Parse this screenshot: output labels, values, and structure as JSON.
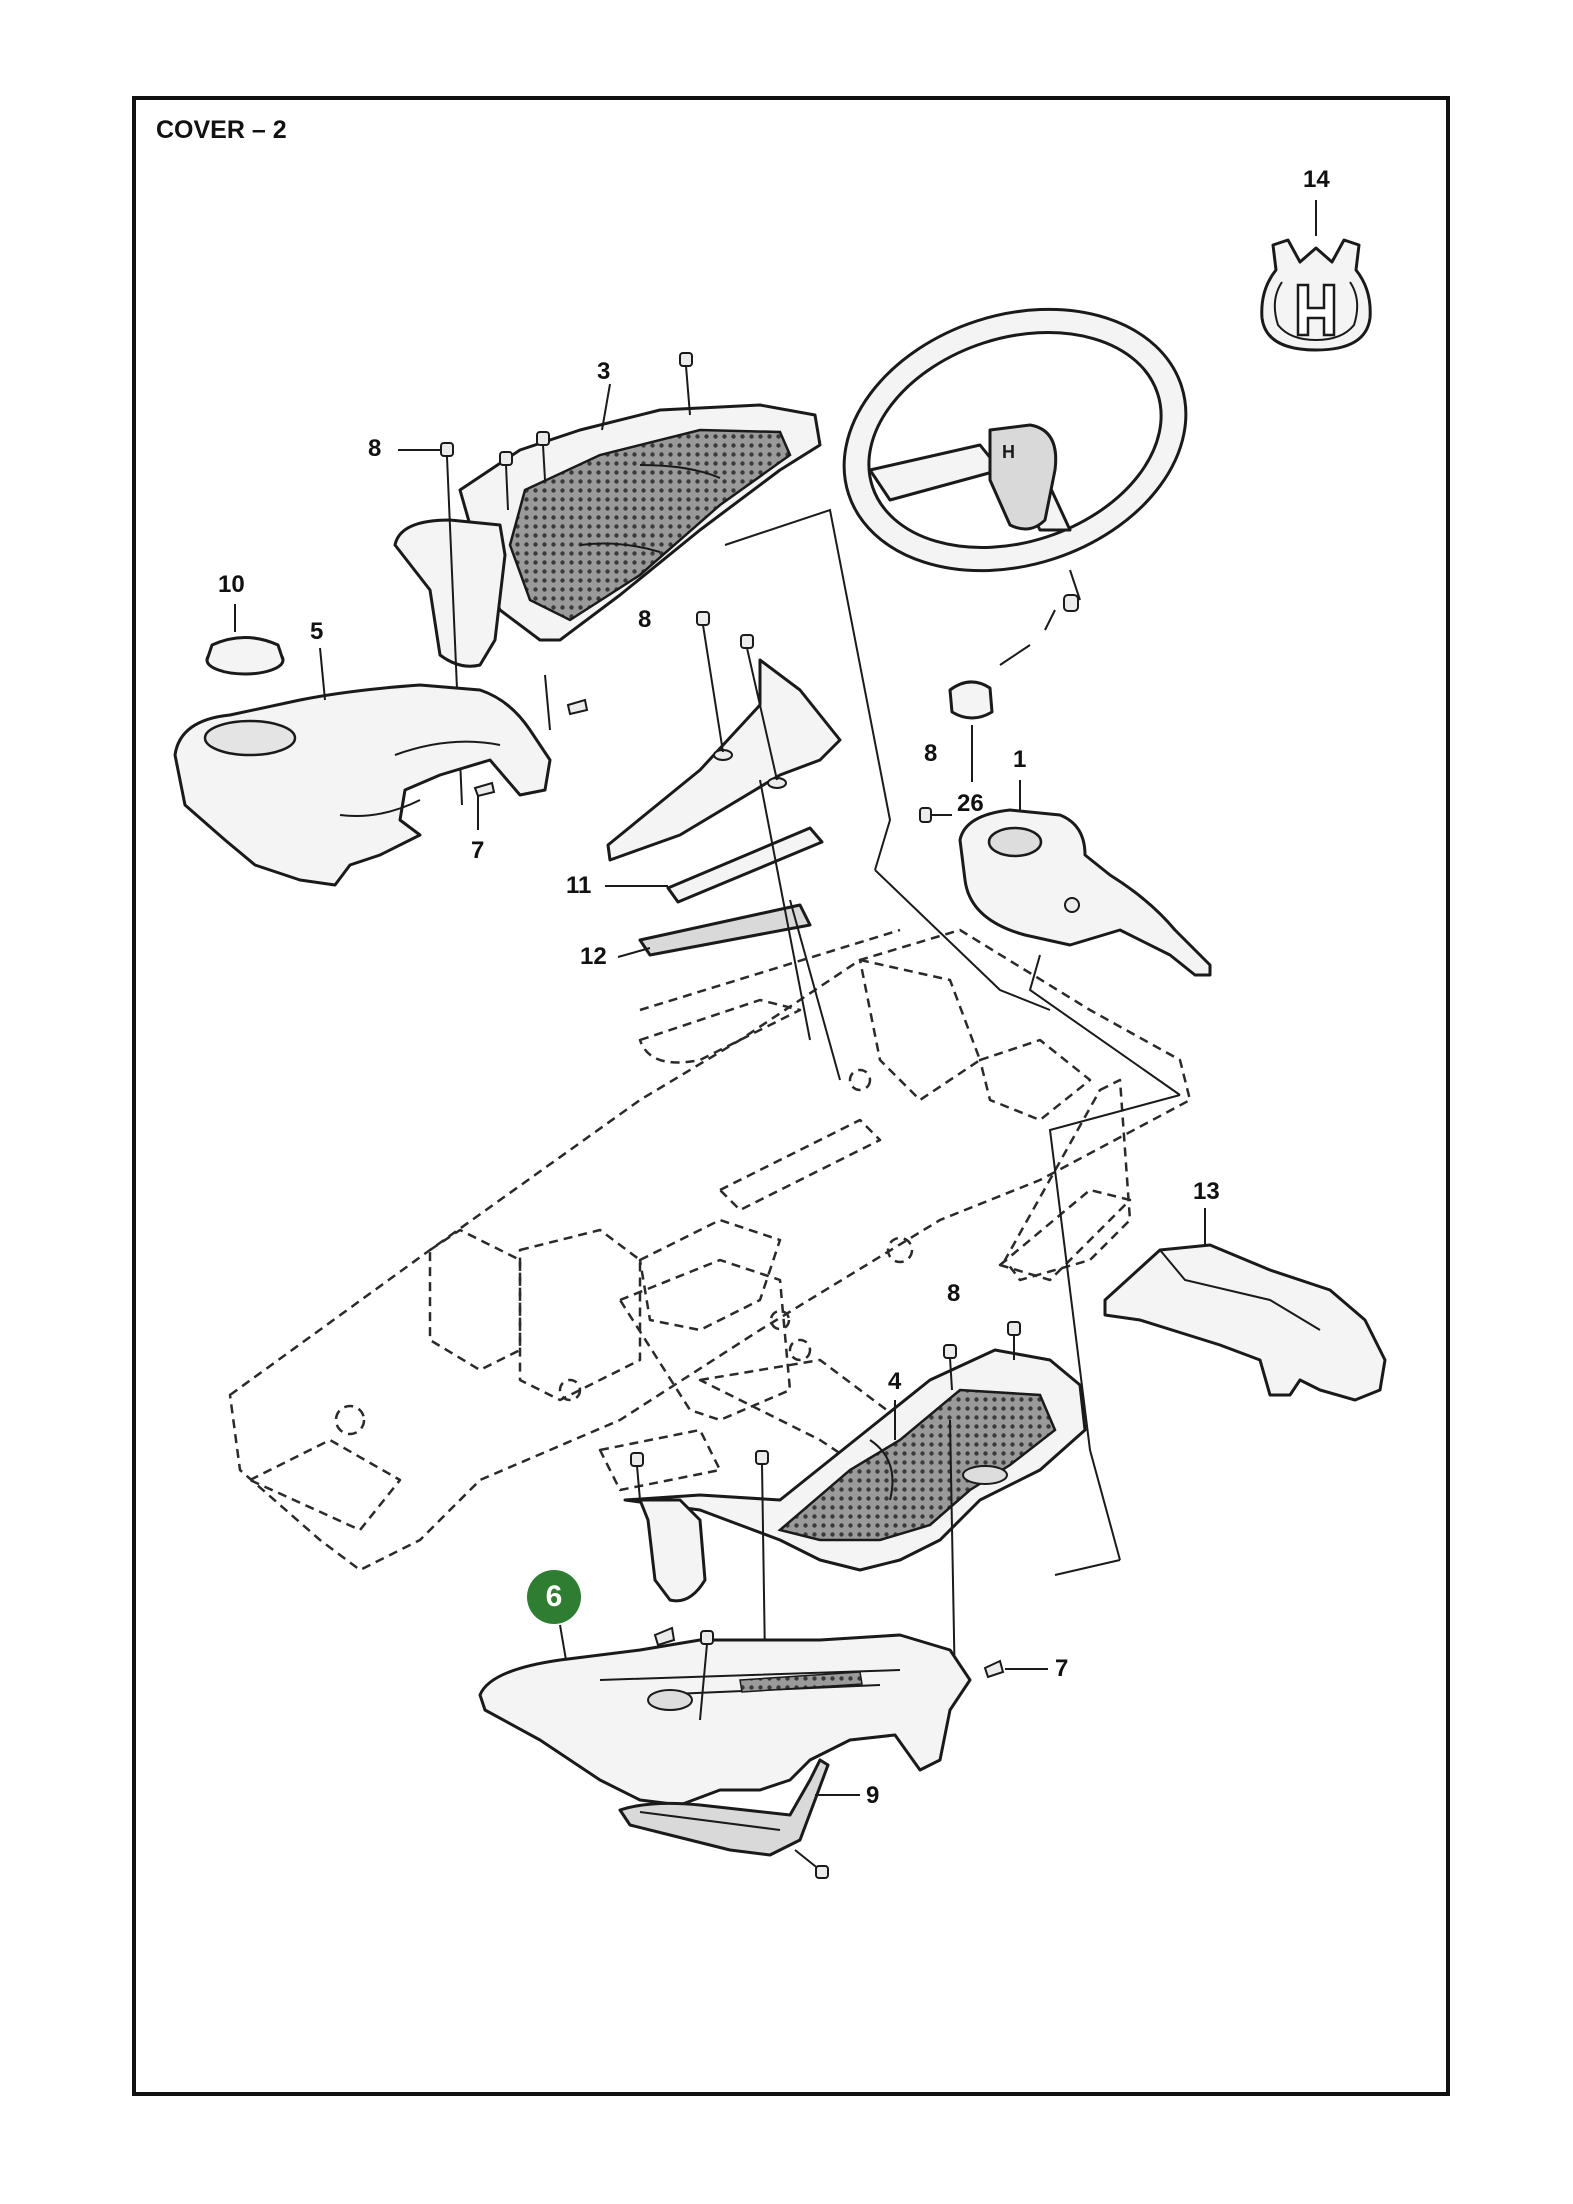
{
  "title": "COVER – 2",
  "colors": {
    "frame": "#111111",
    "highlight": "#2e7d32",
    "line": "#1a1a1a"
  },
  "logo": {
    "icon": "husqvarna-crown-h-logo",
    "letter": "H"
  },
  "callouts": [
    {
      "id": "c14",
      "label": "14"
    },
    {
      "id": "c3",
      "label": "3"
    },
    {
      "id": "c8a",
      "label": "8"
    },
    {
      "id": "c10",
      "label": "10"
    },
    {
      "id": "c5",
      "label": "5"
    },
    {
      "id": "c8b",
      "label": "8"
    },
    {
      "id": "c7a",
      "label": "7"
    },
    {
      "id": "c11",
      "label": "11"
    },
    {
      "id": "c12",
      "label": "12"
    },
    {
      "id": "c8c",
      "label": "8"
    },
    {
      "id": "c26",
      "label": "26"
    },
    {
      "id": "c1",
      "label": "1"
    },
    {
      "id": "c13",
      "label": "13"
    },
    {
      "id": "c8d",
      "label": "8"
    },
    {
      "id": "c4",
      "label": "4"
    },
    {
      "id": "c6",
      "label": "6",
      "highlighted": true
    },
    {
      "id": "c7b",
      "label": "7"
    },
    {
      "id": "c9",
      "label": "9"
    }
  ]
}
